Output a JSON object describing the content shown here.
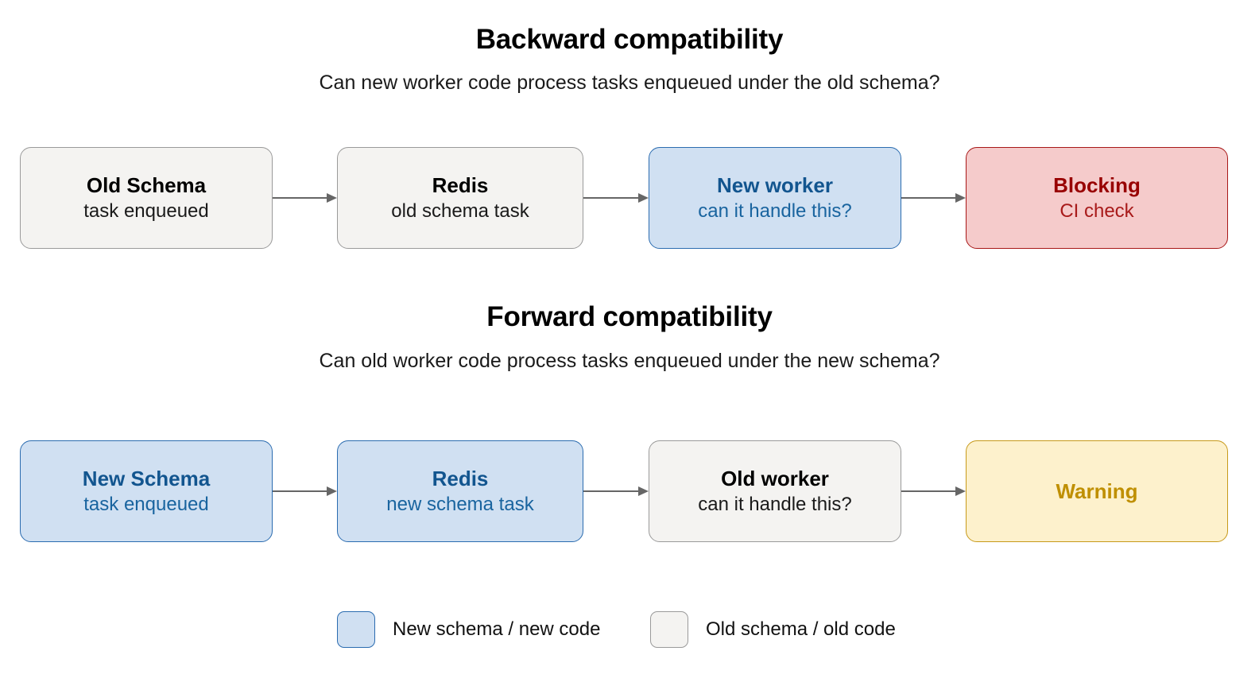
{
  "colors": {
    "blue_fill": "#d0e0f2",
    "blue_border": "#2b6cb0",
    "blue_text": "#12558f",
    "gray_fill": "#f4f3f1",
    "gray_border": "#9a9a9a",
    "gray_text": "#000000",
    "red_fill": "#f5cbcb",
    "red_border": "#a81818",
    "red_text": "#980000",
    "yellow_fill": "#fdf1cc",
    "yellow_border": "#c79a1b",
    "yellow_text": "#bf8f00",
    "arrow": "#666666",
    "background": "#ffffff"
  },
  "sections": {
    "backward": {
      "title": "Backward compatibility",
      "subtitle": "Can new worker code process tasks enqueued under the old schema?",
      "nodes": [
        {
          "title": "Old Schema",
          "sub": "task enqueued",
          "variant": "gray"
        },
        {
          "title": "Redis",
          "sub": "old schema task",
          "variant": "gray"
        },
        {
          "title": "New worker",
          "sub": "can it handle this?",
          "variant": "blue"
        },
        {
          "title": "Blocking",
          "sub": "CI check",
          "variant": "red"
        }
      ]
    },
    "forward": {
      "title": "Forward compatibility",
      "subtitle": "Can old worker code process tasks enqueued under the new schema?",
      "nodes": [
        {
          "title": "New Schema",
          "sub": "task enqueued",
          "variant": "blue"
        },
        {
          "title": "Redis",
          "sub": "new schema task",
          "variant": "blue"
        },
        {
          "title": "Old worker",
          "sub": "can it handle this?",
          "variant": "gray"
        },
        {
          "title": "Warning",
          "sub": "",
          "variant": "yellow"
        }
      ]
    }
  },
  "legend": {
    "items": [
      {
        "label": "New schema / new code",
        "variant": "blue"
      },
      {
        "label": "Old schema / old code",
        "variant": "gray"
      }
    ]
  }
}
